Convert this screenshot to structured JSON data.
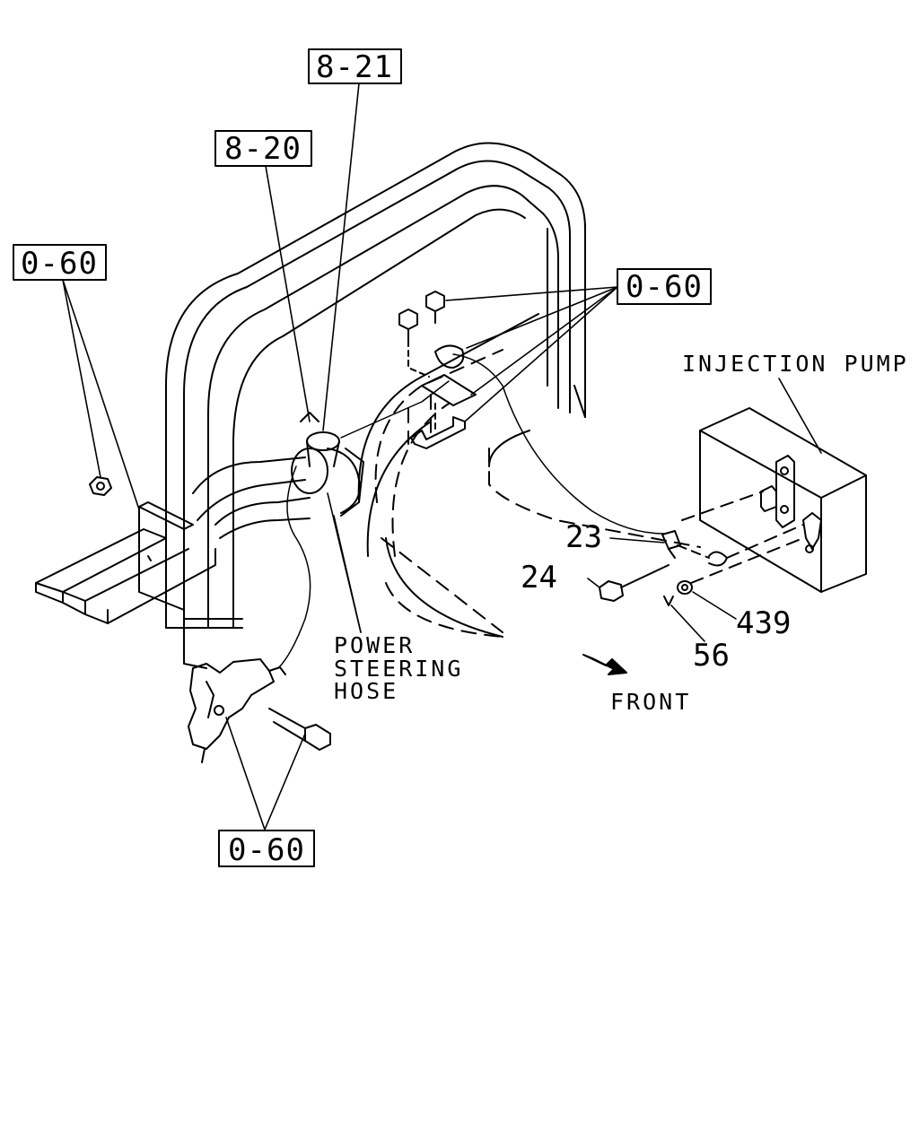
{
  "diagram": {
    "ref_boxes": [
      {
        "id": "ref_821",
        "text": "8-21"
      },
      {
        "id": "ref_820",
        "text": "8-20"
      },
      {
        "id": "ref_060_left",
        "text": "0-60"
      },
      {
        "id": "ref_060_right",
        "text": "0-60"
      },
      {
        "id": "ref_060_bottom",
        "text": "0-60"
      }
    ],
    "part_numbers": {
      "p23": "23",
      "p24": "24",
      "p439": "439",
      "p56": "56"
    },
    "labels": {
      "injection_pump": "INJECTION PUMP",
      "power_steering_hose": [
        "POWER",
        "STEERING",
        "HOSE"
      ],
      "front": "FRONT"
    },
    "colors": {
      "line": "#000000",
      "background": "#ffffff"
    }
  }
}
